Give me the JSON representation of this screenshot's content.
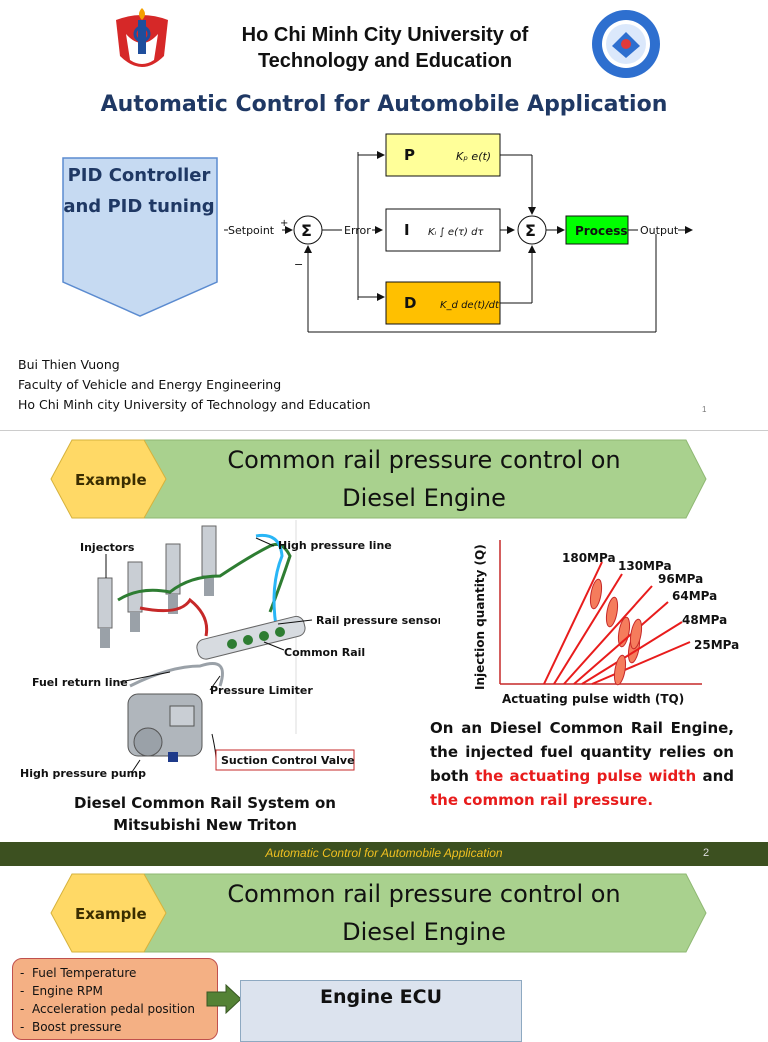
{
  "slide1": {
    "university": "Ho Chi Minh City University of Technology and  Education",
    "course_title": "Automatic Control for Automobile Application",
    "topic": "PID Controller and PID tuning",
    "diagram": {
      "setpoint": "Setpoint",
      "plus": "+",
      "minus": "−",
      "sum": "Σ",
      "error": "Error",
      "p": "P",
      "p_formula": "Kₚ e(t)",
      "i": "I",
      "i_formula": "Kᵢ ∫ e(τ) dτ",
      "d": "D",
      "d_formula": "K_d de(t)/dt",
      "process": "Process",
      "output": "Output"
    },
    "author_lines": [
      "Bui Thien Vuong",
      "Faculty of Vehicle and Energy Engineering",
      "Ho Chi Minh city University of Technology and Education"
    ],
    "page": "1"
  },
  "slide2": {
    "tag": "Example",
    "title": "Common rail pressure control on Diesel Engine",
    "labels": {
      "injectors": "Injectors",
      "high_pressure_line": "High pressure line",
      "rail_pressure_sensor": "Rail pressure sensor",
      "common_rail": "Common Rail",
      "fuel_return_line": "Fuel return line",
      "pressure_limiter": "Pressure Limiter",
      "suction_control_valve": "Suction Control Valve",
      "high_pressure_pump": "High pressure pump"
    },
    "caption": "Diesel Common Rail System on Mitsubishi New Triton",
    "chart_data": {
      "type": "line",
      "xlabel": "Actuating pulse width (TQ)",
      "ylabel": "Injection quantity (Q)",
      "series": [
        {
          "name": "180MPa"
        },
        {
          "name": "130MPa"
        },
        {
          "name": "96MPa"
        },
        {
          "name": "64MPa"
        },
        {
          "name": "48MPa"
        },
        {
          "name": "25MPa"
        }
      ]
    },
    "para_plain": "On an Diesel Common Rail Engine, the injected fuel quantity relies on both ",
    "para_red1": "the actuating pulse width",
    "para_and": " and ",
    "para_red2": "the common rail pressure.",
    "footer": "Automatic Control for Automobile Application",
    "page": "2"
  },
  "slide3": {
    "tag": "Example",
    "title": "Common rail pressure control on Diesel Engine",
    "inputs": [
      "Fuel Temperature",
      "Engine RPM",
      "Acceleration pedal position",
      "Boost pressure"
    ],
    "ecu": "Engine ECU"
  },
  "colors": {
    "navy": "#1f3864",
    "band_green": "#a9d18e",
    "tag_yellow": "#ffd966",
    "footer_green": "#3c5020",
    "footer_text": "#f0c020",
    "red": "#e81c1c",
    "p_block": "#ffff99",
    "d_block": "#ffc000",
    "process_block": "#00ff00"
  }
}
